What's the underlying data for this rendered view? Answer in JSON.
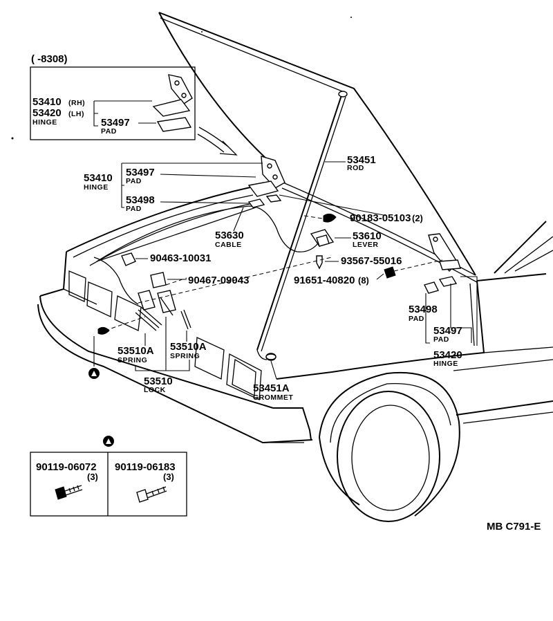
{
  "inset": {
    "range": "(      -8308)",
    "hinge_rh": "53410",
    "rh_tag": "(RH)",
    "hinge_lh": "53420",
    "lh_tag": "(LH)",
    "hinge_name": "HINGE",
    "pad_pn": "53497",
    "pad_name": "PAD"
  },
  "labels": {
    "rod_pn": "53451",
    "rod_name": "ROD",
    "hinge_l_pn": "53410",
    "hinge_l_name": "HINGE",
    "pad1_pn": "53497",
    "pad1_name": "PAD",
    "pad2_pn": "53498",
    "pad2_name": "PAD",
    "clip1_pn": "90183-05103",
    "clip1_qty": "(2)",
    "lever_pn": "53610",
    "lever_name": "LEVER",
    "cable_pn": "53630",
    "cable_name": "CABLE",
    "screw_pn": "93567-55016",
    "bolt_pn": "91651-40820",
    "bolt_qty": "(8)",
    "clamp1_pn": "90463-10031",
    "clamp2_pn": "90467-09043",
    "pad3_pn": "53498",
    "pad3_name": "PAD",
    "pad4_pn": "53497",
    "pad4_name": "PAD",
    "hinge_r_pn": "53420",
    "hinge_r_name": "HINGE",
    "spring1_pn": "53510A",
    "spring1_name": "SPRING",
    "spring2_pn": "53510A",
    "spring2_name": "SPRING",
    "lock_pn": "53510",
    "lock_name": "LOCK",
    "grommet_pn": "53451A",
    "grommet_name": "GROMMET"
  },
  "fasteners": {
    "bolt_a_pn": "90119-06072",
    "bolt_a_qty": "(3)",
    "bolt_b_pn": "90119-06183",
    "bolt_b_qty": "(3)"
  },
  "footer": {
    "code": "MB  C791-E"
  }
}
